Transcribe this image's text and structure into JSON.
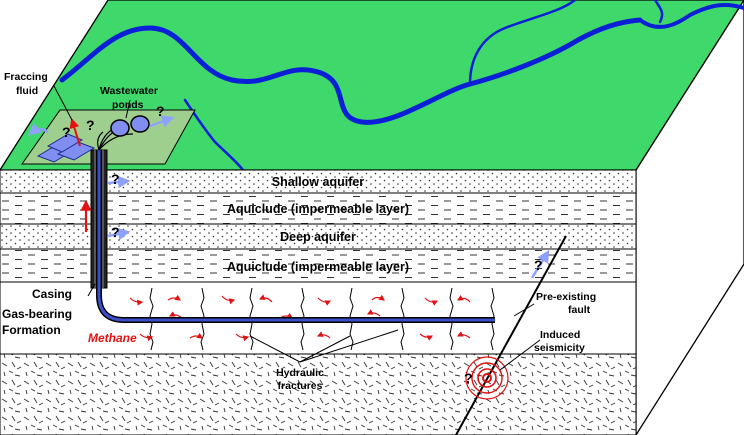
{
  "labels": {
    "fraccing_fluid_line1": "Fraccing",
    "fraccing_fluid_line2": "fluid",
    "wastewater_line1": "Wastewater",
    "wastewater_line2": "ponds",
    "shallow_aquifer": "Shallow aquifer",
    "aquiclude_upper": "Aquiclude (impermeable layer)",
    "deep_aquifer": "Deep aquifer",
    "aquiclude_lower": "Aquiclude (impermeable layer)",
    "casing": "Casing",
    "gas_line1": "Gas-bearing",
    "gas_line2": "Formation",
    "methane": "Methane",
    "fault_line1": "Pre-existing",
    "fault_line2": "fault",
    "seismic_line1": "Induced",
    "seismic_line2": "seismicity",
    "fractures_line1": "Hydraulic",
    "fractures_line2": "fractures",
    "question_mark": "?"
  },
  "colors": {
    "surface": "#3fd96b",
    "river": "#0a1fd6",
    "pad": "#9fcf8f",
    "methane": "#e21212",
    "pipe": "#1c2a8c",
    "arrow_blue": "#8ea1ff",
    "arrow_red": "#e21212"
  }
}
